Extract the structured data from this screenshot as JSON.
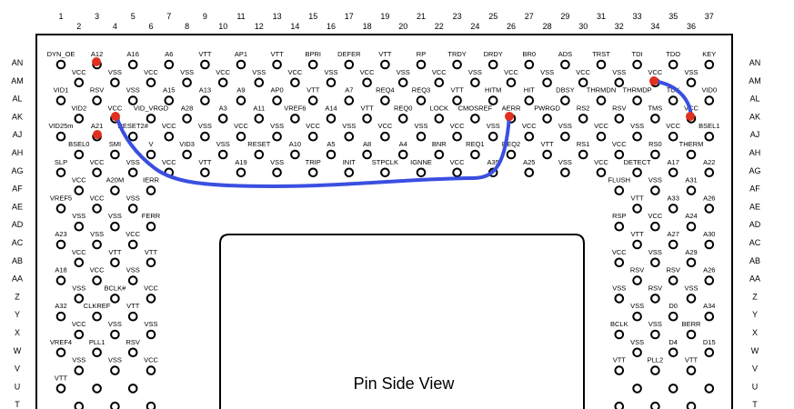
{
  "view_label": "Pin Side View",
  "column_numbers": [
    "1",
    "2",
    "3",
    "4",
    "5",
    "6",
    "7",
    "8",
    "9",
    "10",
    "11",
    "12",
    "13",
    "14",
    "15",
    "16",
    "17",
    "18",
    "19",
    "20",
    "21",
    "22",
    "23",
    "24",
    "25",
    "26",
    "27",
    "28",
    "29",
    "30",
    "31",
    "32",
    "33",
    "34",
    "35",
    "36",
    "37"
  ],
  "row_labels": [
    "AN",
    "AM",
    "AL",
    "AK",
    "AJ",
    "AH",
    "AG",
    "AF",
    "AE",
    "AD",
    "AC",
    "AB",
    "AA",
    "Z",
    "Y",
    "X",
    "W",
    "V",
    "U",
    "T"
  ],
  "colors": {
    "line": "#000000",
    "highlight": "#e03020",
    "trace": "#3a4fe0"
  },
  "pin_labels": [
    "DYN_OE",
    "A12",
    "A16",
    "A6",
    "VTT",
    "AP1",
    "VTT",
    "BPRI",
    "DEFER",
    "VTT",
    "RP",
    "TRDY",
    "DRDY",
    "BR0",
    "ADS",
    "TRST",
    "TDI",
    "TDO",
    "KEY",
    "VCC",
    "VSS",
    "VCC",
    "VSS",
    "VCC",
    "VSS",
    "VCC",
    "VSS",
    "VCC",
    "VSS",
    "VCC",
    "VSS",
    "VCC",
    "VSS",
    "VCC",
    "VSS",
    "VCC",
    "VSS",
    "VID1",
    "RSV",
    "VSS",
    "A15",
    "A13",
    "A9",
    "AP0",
    "VTT",
    "A7",
    "REQ4",
    "REQ3",
    "VTT",
    "HITM",
    "HIT",
    "DBSY",
    "THRMDN",
    "THRMDP",
    "TCK",
    "VID0",
    "VID2",
    "VCC",
    "VID_VRGD",
    "A28",
    "A3",
    "A11",
    "VREF6",
    "A14",
    "VTT",
    "REQ0",
    "LOCK",
    "CMOSREF",
    "AERR",
    "PWRGD",
    "RS2",
    "RSV",
    "TMS",
    "VCC",
    "VID25m",
    "A21",
    "RESET2#",
    "VCC",
    "VSS",
    "VCC",
    "VSS",
    "VCC",
    "VSS",
    "VCC",
    "VSS",
    "VCC",
    "VSS",
    "VCC",
    "VSS",
    "VCC",
    "VSS",
    "VCC",
    "BSEL1",
    "BSEL0",
    "SMI",
    "V",
    "VID3",
    "VSS",
    "RESET",
    "A10",
    "A5",
    "A8",
    "A4",
    "BNR",
    "REQ1",
    "REQ2",
    "VTT",
    "RS1",
    "VCC",
    "RS0",
    "THERM",
    "SLP",
    "VCC",
    "VSS",
    "VCC",
    "VTT",
    "A19",
    "VSS",
    "TRIP",
    "INIT",
    "STPCLK",
    "IGNNE",
    "VCC",
    "A35",
    "A25",
    "VSS",
    "VCC",
    "DETECT",
    "A17",
    "A22",
    "VCC",
    "A20M",
    "IERR",
    "FLUSH",
    "VSS",
    "A31",
    "VREF5",
    "VCC",
    "VSS",
    "VTT",
    "A33",
    "A26",
    "VSS",
    "VSS",
    "FERR",
    "RSP",
    "VCC",
    "A24",
    "A23",
    "VSS",
    "VCC",
    "VTT",
    "A27",
    "A30",
    "VCC",
    "VTT",
    "VTT",
    "VCC",
    "VSS",
    "A29",
    "A18",
    "VCC",
    "VSS",
    "RSV",
    "RSV",
    "A26",
    "VSS",
    "BCLK#",
    "VCC",
    "VSS",
    "RSV",
    "VSS",
    "A32",
    "CLKREF",
    "VTT",
    "VSS",
    "D0",
    "A34",
    "VCC",
    "VSS",
    "VSS",
    "BCLK",
    "VSS",
    "BERR",
    "VREF4",
    "PLL1",
    "RSV",
    "VSS",
    "D4",
    "D15",
    "VSS",
    "VSS",
    "VCC",
    "VTT",
    "PLL2",
    "VTT",
    "VTT"
  ]
}
